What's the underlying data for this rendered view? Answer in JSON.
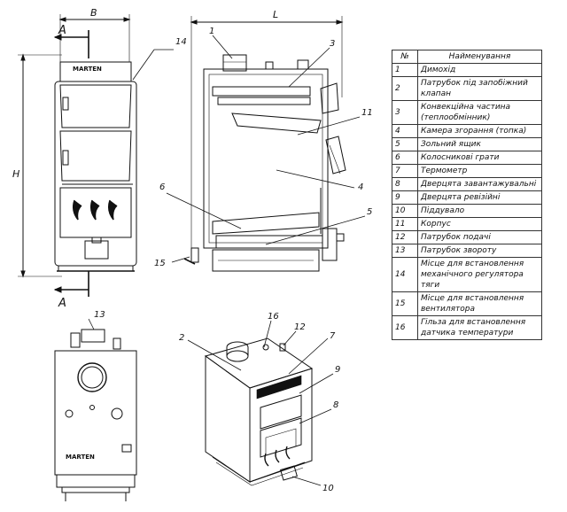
{
  "table": {
    "header_num": "№",
    "header_name": "Найменування",
    "rows": [
      {
        "num": "1",
        "name": "Димохід"
      },
      {
        "num": "2",
        "name": "Патрубок під запобіжний клапан"
      },
      {
        "num": "3",
        "name": "Конвекційна частина (теплообмінник)"
      },
      {
        "num": "4",
        "name": "Камера згорання (топка)"
      },
      {
        "num": "5",
        "name": "Зольний ящик"
      },
      {
        "num": "6",
        "name": "Колосникові грати"
      },
      {
        "num": "7",
        "name": "Термометр"
      },
      {
        "num": "8",
        "name": "Дверцята завантажувальні"
      },
      {
        "num": "9",
        "name": "Дверцята ревізійні"
      },
      {
        "num": "10",
        "name": "Піддувало"
      },
      {
        "num": "11",
        "name": "Корпус"
      },
      {
        "num": "12",
        "name": "Патрубок подачі"
      },
      {
        "num": "13",
        "name": "Патрубок звороту"
      },
      {
        "num": "14",
        "name": "Місце для встановлення механічного регулятора тяги"
      },
      {
        "num": "15",
        "name": "Місце для встановлення вентилятора"
      },
      {
        "num": "16",
        "name": "Гільза для встановлення датчика температури"
      }
    ]
  },
  "drawing": {
    "dim_width": "B",
    "dim_height": "H",
    "dim_length": "L",
    "section_label": "A",
    "brand": "MARTEN",
    "callouts": {
      "front": [
        "14"
      ],
      "side": [
        "1",
        "3",
        "11",
        "4",
        "6",
        "5",
        "15"
      ],
      "rear": [
        "13"
      ],
      "iso": [
        "2",
        "16",
        "12",
        "7",
        "9",
        "8",
        "10"
      ]
    }
  }
}
